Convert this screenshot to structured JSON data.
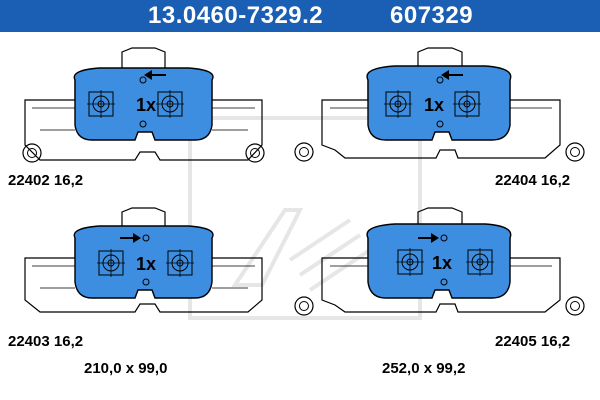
{
  "header": {
    "part_number": "13.0460-7329.2",
    "ref_number": "607329",
    "background": "#1a5fb4",
    "text_color": "#ffffff"
  },
  "pads": [
    {
      "id": "p1",
      "code": "22402 16,2",
      "qty": "1x",
      "arrow": "left"
    },
    {
      "id": "p2",
      "code": "22404 16,2",
      "qty": "1x",
      "arrow": "left"
    },
    {
      "id": "p3",
      "code": "22403 16,2",
      "qty": "1x",
      "arrow": "right"
    },
    {
      "id": "p4",
      "code": "22405 16,2",
      "qty": "1x",
      "arrow": "right"
    }
  ],
  "dimensions": {
    "left": "210,0 x 99,0",
    "right": "252,0 x 99,2"
  },
  "colors": {
    "friction_material": "#3d8ee0",
    "outline": "#000000",
    "watermark": "#e6e6e6"
  },
  "icons": {
    "arrow_left": "arrow-left-icon",
    "arrow_right": "arrow-right-icon",
    "watermark": "ate-logo-watermark"
  }
}
